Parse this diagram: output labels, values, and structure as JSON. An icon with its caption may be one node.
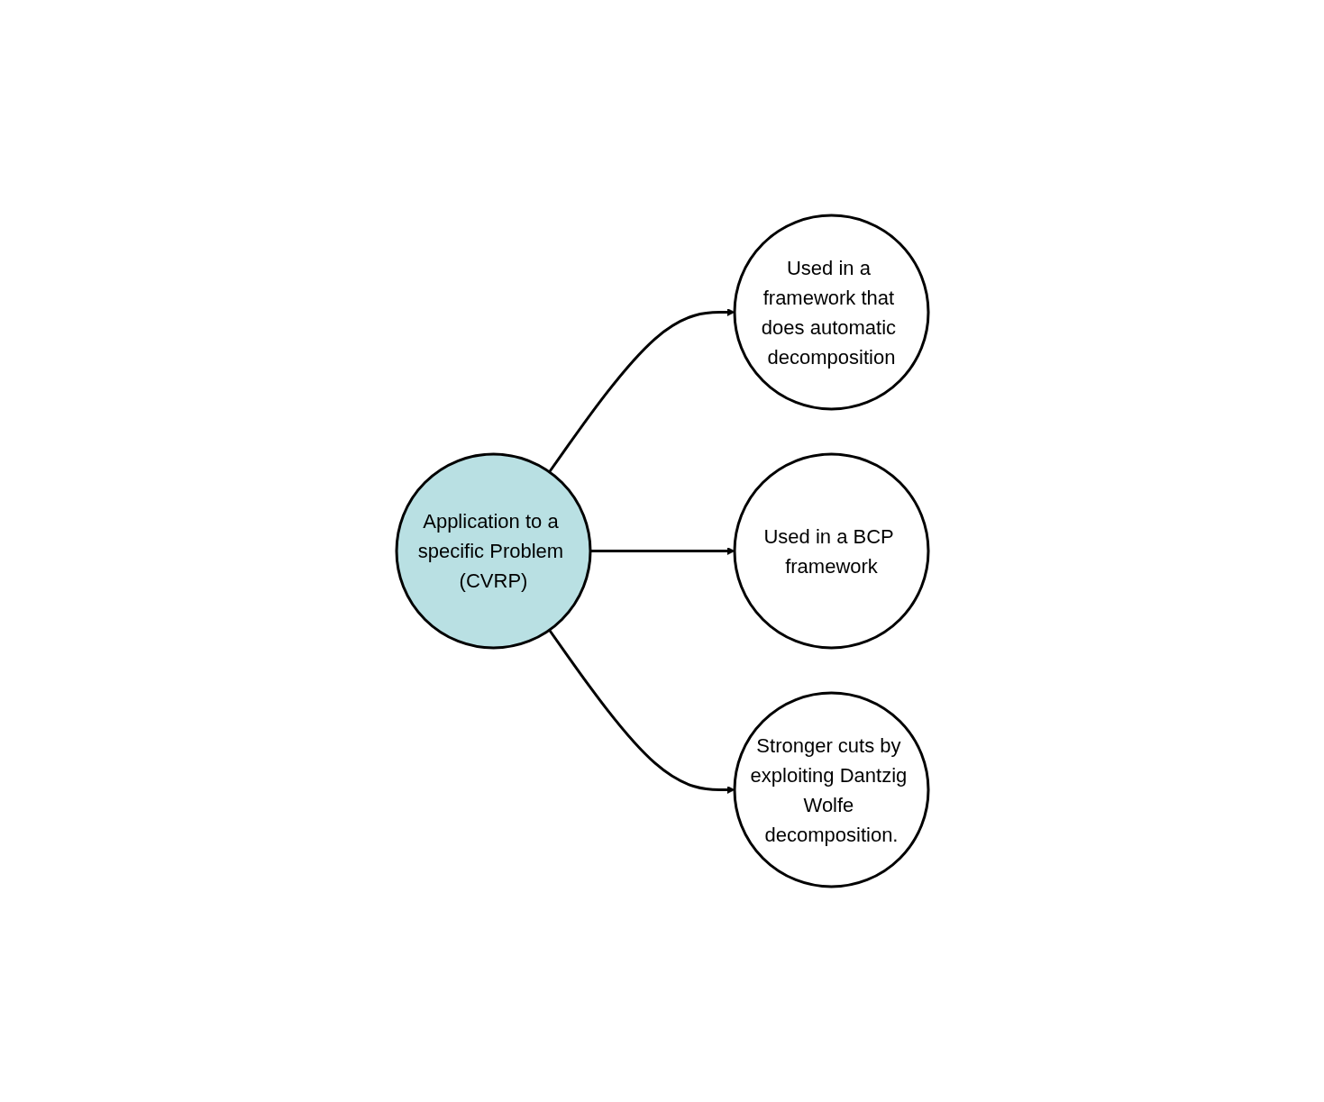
{
  "diagram": {
    "nodes": [
      {
        "text": [
          "Application to a specific Problem (CVRP)"
        ]
      },
      {
        "text": [
          "Used in a framework that does automatic decomposition"
        ]
      },
      {
        "text": [
          "Used in a BCP framework"
        ]
      },
      {
        "text": [
          "Stronger cuts by exploiting Dantzig Wolfe decomposition."
        ]
      }
    ],
    "edges": [
      {
        "from": 0,
        "to": 1,
        "arrow": "to"
      },
      {
        "from": 0,
        "to": 2,
        "arrow": "to"
      },
      {
        "from": 0,
        "to": 3,
        "arrow": "to"
      }
    ]
  }
}
